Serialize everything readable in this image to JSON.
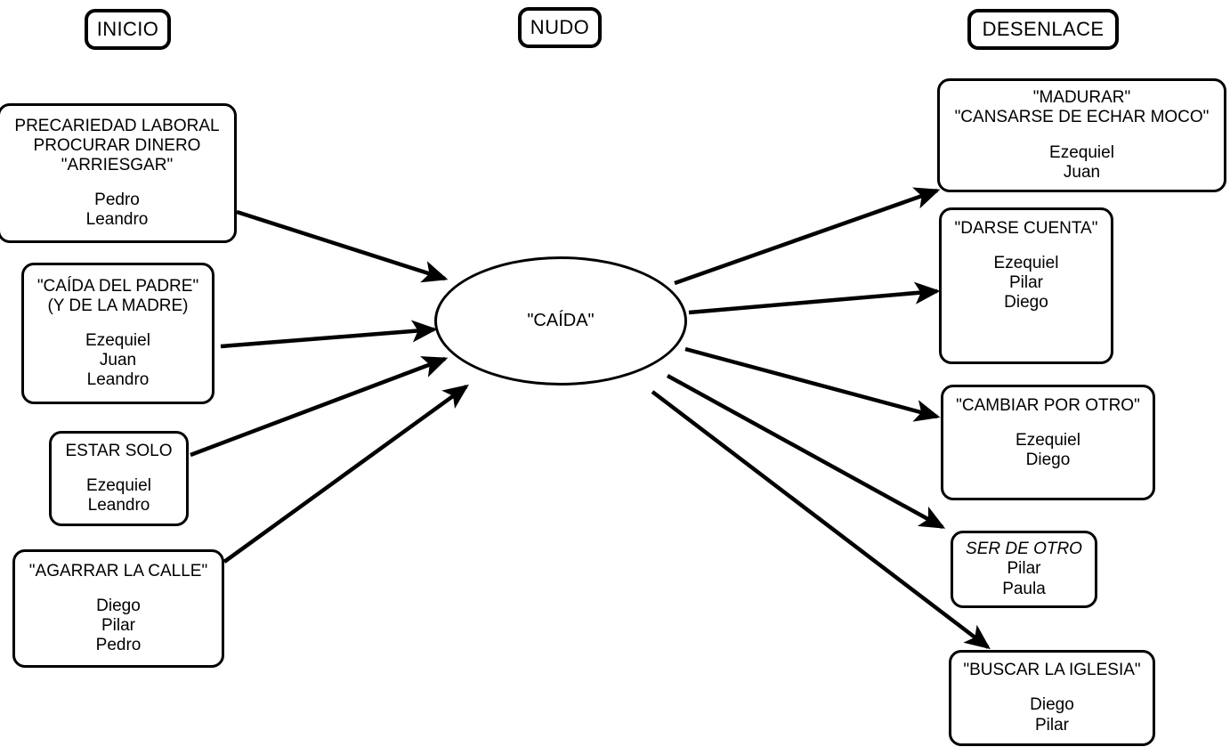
{
  "diagram": {
    "title_visible": false,
    "stroke_color": "#000000",
    "background_color": "#ffffff"
  },
  "stage_labels": [
    {
      "id": "inicio",
      "text": "INICIO"
    },
    {
      "id": "nudo",
      "text": "NUDO"
    },
    {
      "id": "desenlace",
      "text": "DESENLACE"
    }
  ],
  "hub": {
    "label": "\"CAÍDA\""
  },
  "inicio_nodes": [
    {
      "id": "precariedad-laboral",
      "title": "PRECARIEDAD LABORAL\nPROCURAR DINERO\n\"ARRIESGAR\"",
      "names": "Pedro\nLeandro",
      "italic": false
    },
    {
      "id": "caida-del-padre",
      "title": "\"CAÍDA DEL PADRE\"\n(Y DE LA MADRE)",
      "names": "Ezequiel\nJuan\nLeandro",
      "italic": false
    },
    {
      "id": "estar-solo",
      "title": "ESTAR SOLO",
      "names": "Ezequiel\nLeandro",
      "italic": false
    },
    {
      "id": "agarrar-la-calle",
      "title": "\"AGARRAR LA CALLE\"",
      "names": "Diego\nPilar\nPedro",
      "italic": false
    }
  ],
  "desenlace_nodes": [
    {
      "id": "madurar",
      "title": "\"MADURAR\"\n\"CANSARSE DE ECHAR MOCO\"",
      "names": "Ezequiel\nJuan",
      "italic": false
    },
    {
      "id": "darse-cuenta",
      "title": "\"DARSE CUENTA\"",
      "names": "Ezequiel\nPilar\nDiego",
      "italic": false
    },
    {
      "id": "cambiar-por-otro",
      "title": "\"CAMBIAR POR OTRO\"",
      "names": "Ezequiel\nDiego",
      "italic": false
    },
    {
      "id": "ser-de-otro",
      "title": "SER DE OTRO",
      "names": "Pilar\nPaula",
      "italic": true
    },
    {
      "id": "buscar-la-iglesia",
      "title": "\"BUSCAR LA IGLESIA\"",
      "names": "Diego\nPilar",
      "italic": false
    }
  ],
  "edges": [
    {
      "id": "precariedad-to-caida",
      "from": "precariedad-laboral",
      "to": "hub"
    },
    {
      "id": "caida-del-padre-to-caida",
      "from": "caida-del-padre",
      "to": "hub"
    },
    {
      "id": "estar-solo-to-caida",
      "from": "estar-solo",
      "to": "hub"
    },
    {
      "id": "agarrar-la-calle-to-caida",
      "from": "agarrar-la-calle",
      "to": "hub"
    },
    {
      "id": "caida-to-madurar",
      "from": "hub",
      "to": "madurar"
    },
    {
      "id": "caida-to-darse-cuenta",
      "from": "hub",
      "to": "darse-cuenta"
    },
    {
      "id": "caida-to-cambiar-por-otro",
      "from": "hub",
      "to": "cambiar-por-otro"
    },
    {
      "id": "caida-to-ser-de-otro",
      "from": "hub",
      "to": "ser-de-otro"
    },
    {
      "id": "caida-to-buscar-la-iglesia",
      "from": "hub",
      "to": "buscar-la-iglesia"
    }
  ]
}
